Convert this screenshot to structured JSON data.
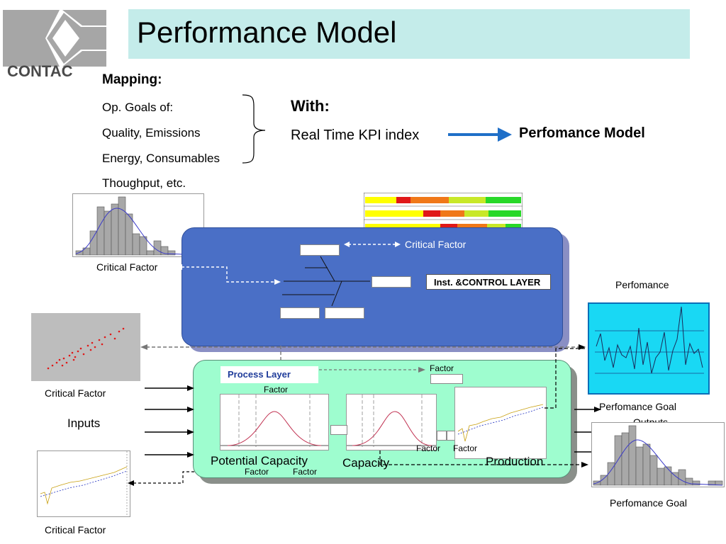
{
  "title": "Performance Model",
  "logo_text": "CONTAC",
  "mapping": {
    "heading": "Mapping:",
    "lines": [
      "Op. Goals of:",
      "Quality, Emissions",
      "Energy, Consumables",
      "Thoughput, etc."
    ]
  },
  "with_label": "With:",
  "kpi_label": "Real Time KPI index",
  "performance_model_label": "Perfomance Model",
  "labels": {
    "critical_factor_ctrl": "Critical Factor",
    "critical_factor_hist": "Critical Factor",
    "critical_factor_scatter": "Critical Factor",
    "critical_factor_bottom": "Critical Factor",
    "inst_control_layer": "Inst. &CONTROL LAYER",
    "process_layer": "Process Layer",
    "factor_top": "Factor",
    "factor_mid": "Factor",
    "factor_right1": "Factor",
    "factor_right2": "Factor",
    "factor_bottom1": "Factor",
    "factor_bottom2": "Factor",
    "potential_capacity": "Potential Capacity",
    "capacity": "Capacity",
    "production": "Production",
    "inputs": "Inputs",
    "outputs": "Outputs",
    "perfomance": "Perfomance",
    "perfomance_goal_mid": "Perfomance Goal",
    "perfomance_goal_bottom": "Perfomance Goal"
  },
  "colors": {
    "title_bg": "#c4ecea",
    "control_layer": "#4a6fc6",
    "process_layer": "#9efdcf",
    "kpi_arrow": "#1f6fc8",
    "perf_plot_bg": "#19d8f4"
  }
}
